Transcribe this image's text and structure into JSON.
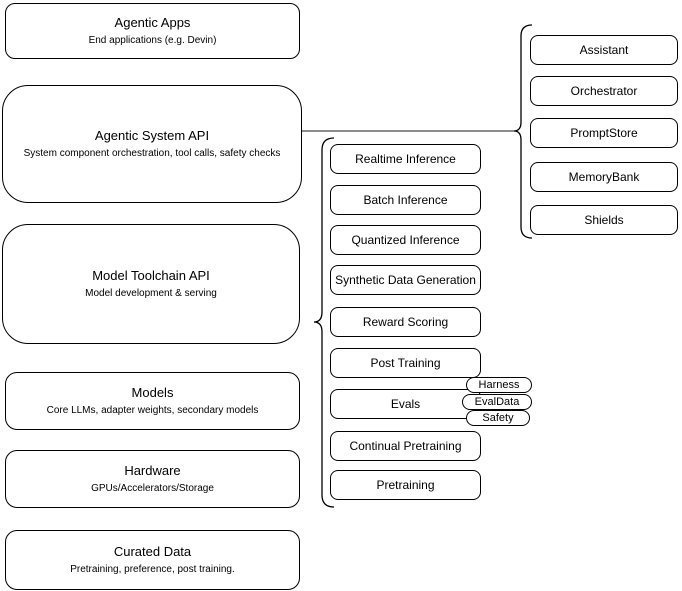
{
  "diagram": {
    "left_stack": [
      {
        "title": "Agentic Apps",
        "subtitle": "End applications (e.g. Devin)"
      },
      {
        "title": "Agentic System API",
        "subtitle": "System component orchestration, tool calls, safety checks"
      },
      {
        "title": "Model Toolchain API",
        "subtitle": "Model development & serving"
      },
      {
        "title": "Models",
        "subtitle": "Core LLMs, adapter weights, secondary models"
      },
      {
        "title": "Hardware",
        "subtitle": "GPUs/Accelerators/Storage"
      },
      {
        "title": "Curated Data",
        "subtitle": "Pretraining, preference, post training."
      }
    ],
    "toolchain_group": {
      "items": [
        "Realtime Inference",
        "Batch Inference",
        "Quantized Inference",
        "Synthetic Data Generation",
        "Reward Scoring",
        "Post Training",
        "Evals",
        "Continual Pretraining",
        "Pretraining"
      ],
      "evals_tags": [
        "Harness",
        "EvalData",
        "Safety"
      ]
    },
    "system_group": {
      "items": [
        "Assistant",
        "Orchestrator",
        "PromptStore",
        "MemoryBank",
        "Shields"
      ]
    },
    "colors": {
      "shape_stroke": "#000000",
      "shape_fill": "#ffffff",
      "connector": "#666666"
    }
  }
}
